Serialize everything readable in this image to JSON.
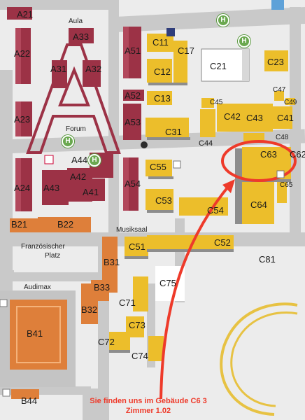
{
  "colors": {
    "road": "#c9c9c9",
    "ground": "#ececec",
    "maroon": "#9c3246",
    "yellow": "#ecbe2b",
    "orange": "#de7f3a",
    "route": "#ee3a2a",
    "logo_gold": "#e7c243"
  },
  "places": {
    "aula": "Aula",
    "forum": "Forum",
    "musiksaal": "Musiksaal",
    "franz_platz_line1": "Französischer",
    "franz_platz_line2": "Platz",
    "audimax": "Audimax"
  },
  "buildings": {
    "A2_1": "A21",
    "A2_2": "A22",
    "A2_3": "A23",
    "A2_4": "A24",
    "A3_3": "A33",
    "A3_1": "A31",
    "A3_2": "A32",
    "A4_4": "A44",
    "A4_2": "A42",
    "A4_3": "A43",
    "A4_1": "A41",
    "A5_1": "A51",
    "A5_2": "A52",
    "A5_3": "A53",
    "A5_4": "A54",
    "B2_1": "B21",
    "B2_2": "B22",
    "B3_1": "B31",
    "B3_3": "B33",
    "B3_2": "B32",
    "B4_1": "B41",
    "B4_4": "B44",
    "C1_1": "C11",
    "C1_7": "C17",
    "C1_2": "C12",
    "C1_3": "C13",
    "C2_1": "C21",
    "C2_3": "C23",
    "C3_1": "C31",
    "C4_7": "C47",
    "C4_5": "C45",
    "C4_9": "C49",
    "C4_2": "C42",
    "C4_3": "C43",
    "C4_1": "C41",
    "C4_8": "C48",
    "C4_4": "C44",
    "C5_5": "C55",
    "C5_3": "C53",
    "C5_4": "C54",
    "C5_1": "C51",
    "C5_2": "C52",
    "C6_3": "C63",
    "C6_2": "C62",
    "C6_5": "C65",
    "C6_4": "C64",
    "C7_5": "C75",
    "C7_1": "C71",
    "C7_3": "C73",
    "C7_2": "C72",
    "C7_4": "C74",
    "C8_1": "C81"
  },
  "icons": {
    "bus_stop": "H",
    "parking": "parking-icon",
    "post": "post-horn-icon",
    "moon": "moon-icon",
    "campus_logo": "C"
  },
  "note": {
    "line1": "Sie finden uns im Gebäude C6 3",
    "line2": "Zimmer 1.02"
  }
}
